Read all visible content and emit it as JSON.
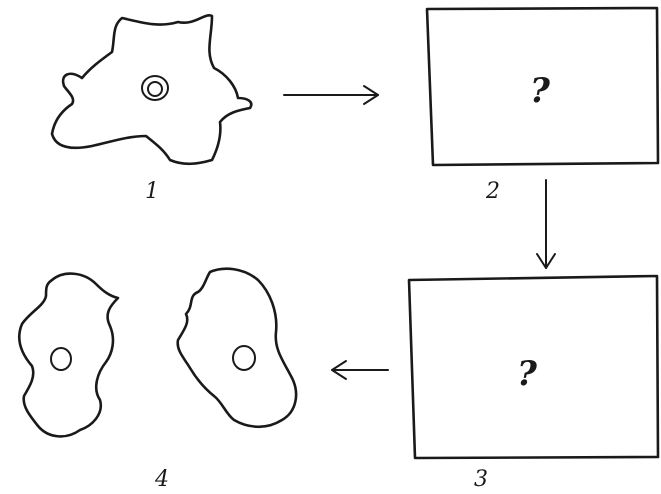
{
  "steps": [
    {
      "number": "1"
    },
    {
      "number": "2",
      "content": "?"
    },
    {
      "number": "3",
      "content": "?"
    },
    {
      "number": "4"
    }
  ]
}
